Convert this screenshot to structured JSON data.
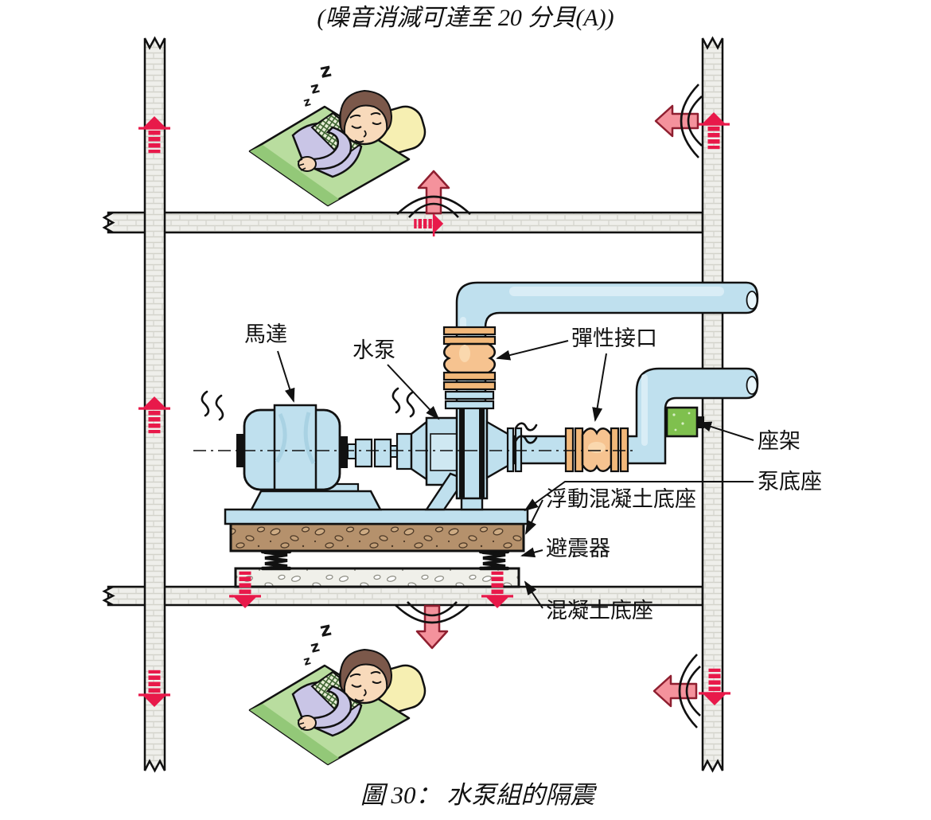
{
  "title": "(噪音消減可達至 20 分貝(A))",
  "caption": "圖 30：  水泵組的隔震",
  "sleep_z": "z",
  "labels": {
    "motor": "馬達",
    "pump": "水泵",
    "flexible_joint": "彈性接口",
    "bracket": "座架",
    "pump_base": "泵底座",
    "floating_concrete_base": "浮動混凝土底座",
    "vibration_isolator": "避震器",
    "concrete_base": "混凝土底座"
  },
  "colors": {
    "vibration_red": "#e8194a",
    "radiation_pink": "#f4929c",
    "radiation_pink_outline": "#8f1f30",
    "pipe_blue": "#bfe0ee",
    "pipe_blue_light": "#d9edf6",
    "bellows_orange": "#f6c390",
    "flange_orange": "#f2b87a",
    "bracket_green": "#7fc04e",
    "floating_base_brown": "#b5916c",
    "wall_grey": "#efefeb"
  }
}
